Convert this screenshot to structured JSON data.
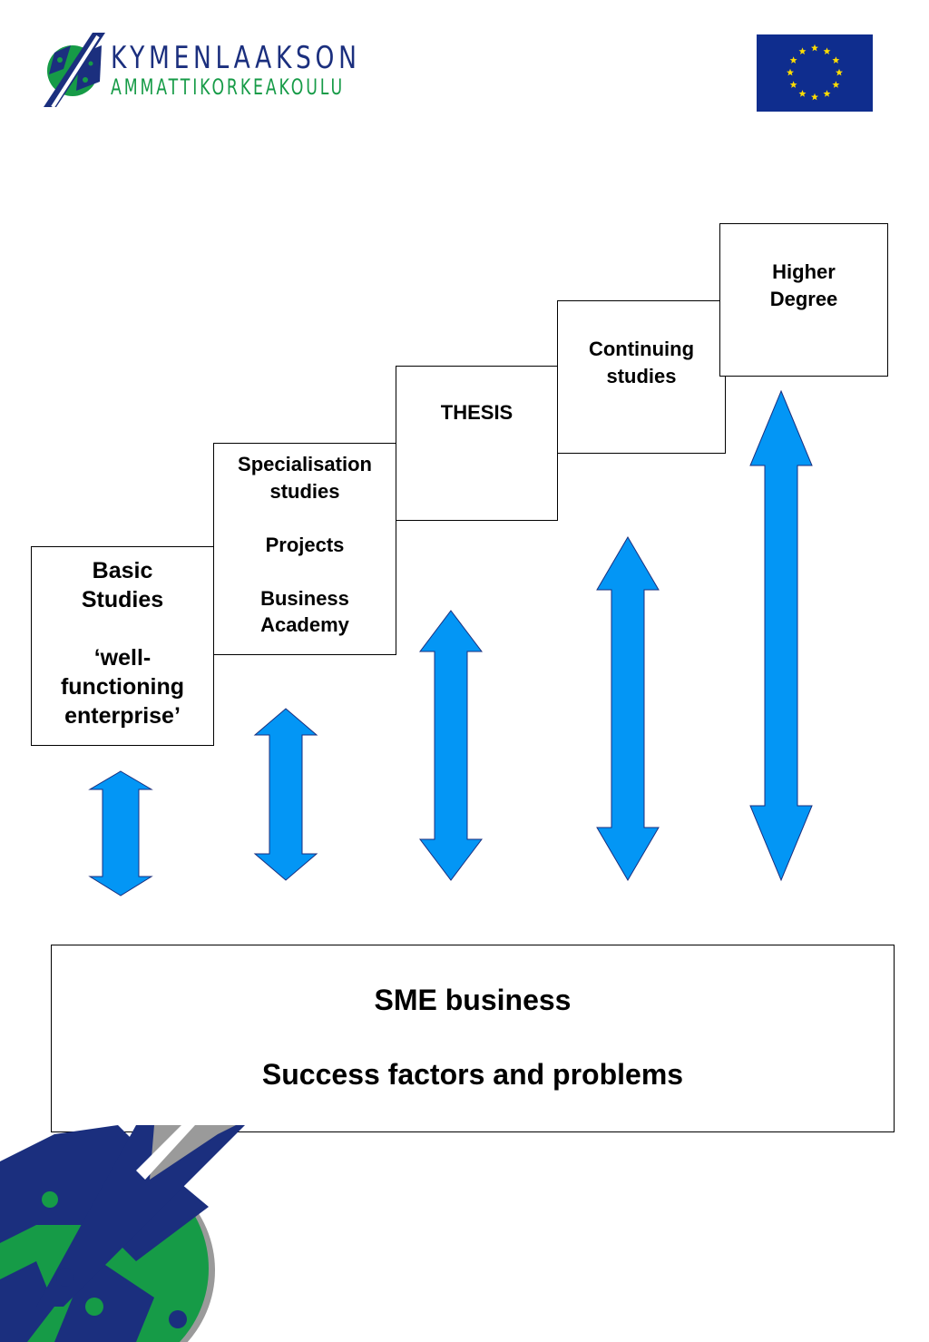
{
  "header": {
    "logo_line1": "KYMENLAAKSON",
    "logo_line2": "AMMATTIKORKEAKOULU",
    "flag_colors": {
      "background": "#0f2d8e",
      "stars": "#ffdd00"
    }
  },
  "steps": [
    {
      "id": "basic",
      "lines": [
        "Basic",
        "Studies",
        "",
        "‘well-",
        "functioning",
        "enterprise’"
      ]
    },
    {
      "id": "specialisation",
      "lines": [
        "Specialisation",
        "studies",
        "",
        "Projects",
        "",
        "Business",
        "Academy"
      ]
    },
    {
      "id": "thesis",
      "lines": [
        "THESIS"
      ]
    },
    {
      "id": "continuing",
      "lines": [
        "Continuing",
        "studies"
      ]
    },
    {
      "id": "higher",
      "lines": [
        "Higher",
        "Degree"
      ]
    }
  ],
  "arrow_color": "#0396f5",
  "sme": {
    "line1": "SME business",
    "line2": "Success factors and problems"
  },
  "brand_colors": {
    "navy": "#1b2f7e",
    "green": "#169b47"
  }
}
